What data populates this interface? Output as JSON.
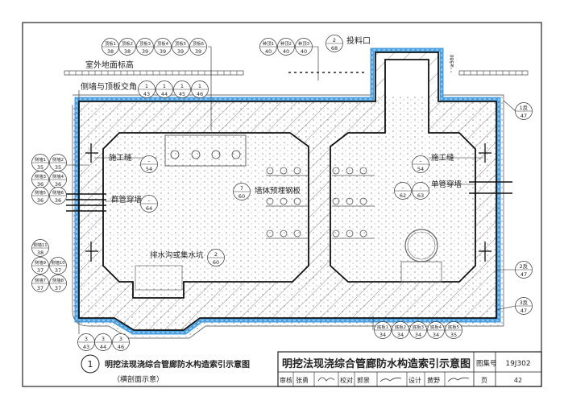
{
  "drawing": {
    "labels": {
      "ground_level": "室外地面标高",
      "wall_roof_corner": "侧墙与顶板交角",
      "feed_opening": "投料口",
      "construction_joint_left": "施工缝",
      "construction_joint_right": "施工缝",
      "group_pipe": "群管穿墙",
      "single_pipe": "单管穿墙",
      "embedded_plate": "墙体预埋钢板",
      "drain": "排水沟或集水坑",
      "dim_500": "≥500"
    },
    "callouts": [
      {
        "id": "roof1",
        "top": "顶板1",
        "bottom": "38"
      },
      {
        "id": "roof2",
        "top": "顶板2",
        "bottom": "38"
      },
      {
        "id": "roof3",
        "top": "顶板3",
        "bottom": "39"
      },
      {
        "id": "roof4",
        "top": "顶板4",
        "bottom": "39"
      },
      {
        "id": "roof5",
        "top": "顶板5",
        "bottom": "39"
      },
      {
        "id": "roof6",
        "top": "顶板6",
        "bottom": "39"
      },
      {
        "id": "plant1",
        "top": "种顶1",
        "bottom": "40"
      },
      {
        "id": "plant2",
        "top": "种顶2",
        "bottom": "40"
      },
      {
        "id": "plant3",
        "top": "种顶3",
        "bottom": "40"
      },
      {
        "id": "feed",
        "top": "2",
        "bottom": "68"
      },
      {
        "id": "corner1",
        "top": "1",
        "bottom": "43"
      },
      {
        "id": "corner2",
        "top": "1",
        "bottom": "44"
      },
      {
        "id": "corner3",
        "top": "1",
        "bottom": "45"
      },
      {
        "id": "corner4",
        "top": "1",
        "bottom": "46"
      },
      {
        "id": "wall1",
        "top": "侧墙1",
        "bottom": "35"
      },
      {
        "id": "wall2",
        "top": "侧墙2",
        "bottom": "35"
      },
      {
        "id": "wall3",
        "top": "侧墙3",
        "bottom": "36"
      },
      {
        "id": "wall4",
        "top": "侧墙4",
        "bottom": "36"
      },
      {
        "id": "wall5",
        "top": "侧墙5",
        "bottom": "36"
      },
      {
        "id": "wall6",
        "top": "侧墙6",
        "bottom": "36"
      },
      {
        "id": "wall11",
        "top": "侧墙11",
        "bottom": "38"
      },
      {
        "id": "wall9",
        "top": "侧墙9",
        "bottom": "37"
      },
      {
        "id": "wall10",
        "top": "侧墙10",
        "bottom": "37"
      },
      {
        "id": "wall7",
        "top": "侧墙7",
        "bottom": "37"
      },
      {
        "id": "wall8",
        "top": "侧墙8",
        "bottom": "37"
      },
      {
        "id": "joint-left",
        "top": "–",
        "bottom": "54"
      },
      {
        "id": "group-pipe",
        "top": "–",
        "bottom": "64"
      },
      {
        "id": "drain",
        "top": "2",
        "bottom": "60"
      },
      {
        "id": "plate",
        "top": "7",
        "bottom": "60"
      },
      {
        "id": "joint-right",
        "top": "–",
        "bottom": "54"
      },
      {
        "id": "pipe62",
        "top": "–",
        "bottom": "62"
      },
      {
        "id": "pipe63",
        "top": "–",
        "bottom": "63"
      },
      {
        "id": "rev1",
        "top": "1反",
        "bottom": "47"
      },
      {
        "id": "rev2",
        "top": "2反",
        "bottom": "47"
      },
      {
        "id": "rev3",
        "top": "3反",
        "bottom": "47"
      },
      {
        "id": "base3-43",
        "top": "3",
        "bottom": "43"
      },
      {
        "id": "base3-44",
        "top": "3",
        "bottom": "44"
      },
      {
        "id": "base3-46",
        "top": "3",
        "bottom": "46"
      },
      {
        "id": "floor1",
        "top": "底板1",
        "bottom": "34"
      },
      {
        "id": "floor2",
        "top": "底板2",
        "bottom": "34"
      },
      {
        "id": "floor3",
        "top": "底板3",
        "bottom": "34"
      },
      {
        "id": "floor4",
        "top": "底板4",
        "bottom": "34"
      },
      {
        "id": "floor5",
        "top": "底板5",
        "bottom": "35"
      }
    ],
    "figure_number": "1",
    "figure_title": "明挖法现浇综合管廊防水构造索引示意图",
    "figure_subtitle": "（横剖面示意）"
  },
  "title_block": {
    "title": "明挖法现浇综合管廊防水构造索引示意图",
    "atlas_label": "图集号",
    "atlas_no": "19J302",
    "review_label": "审核",
    "reviewer": "张勇",
    "check_label": "校对",
    "checker": "郭景",
    "design_label": "设计",
    "designer": "黄野",
    "page_label": "页",
    "page_no": "42"
  },
  "colors": {
    "waterproof": "#4a9fe0",
    "line": "#222222"
  }
}
